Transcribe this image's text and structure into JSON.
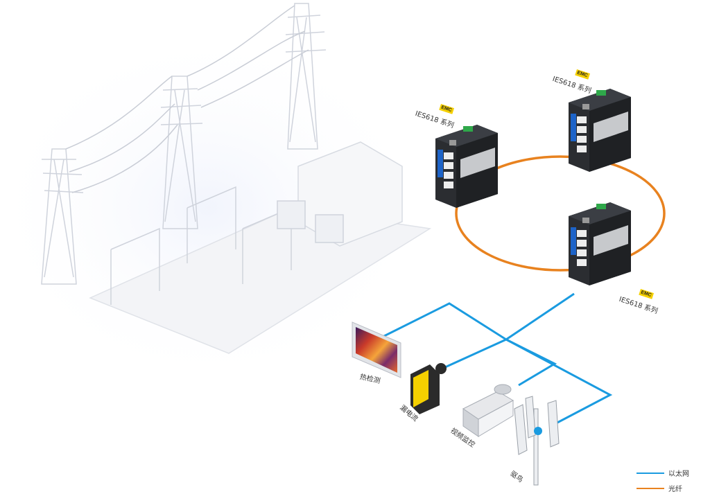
{
  "switches": [
    {
      "series": "IES618 系列",
      "badge": "EMC"
    },
    {
      "series": "IES618 系列",
      "badge": "EMC"
    },
    {
      "series": "IES618 系列",
      "badge": "EMC"
    }
  ],
  "devices": {
    "thermal": "热检测",
    "leakage": "漏电流",
    "camera": "视频监控",
    "bird": "驱鸟"
  },
  "legend": {
    "ethernet": {
      "label": "以太网",
      "color": "#1a9be0"
    },
    "fiber": {
      "label": "光纤",
      "color": "#e8821f"
    }
  }
}
